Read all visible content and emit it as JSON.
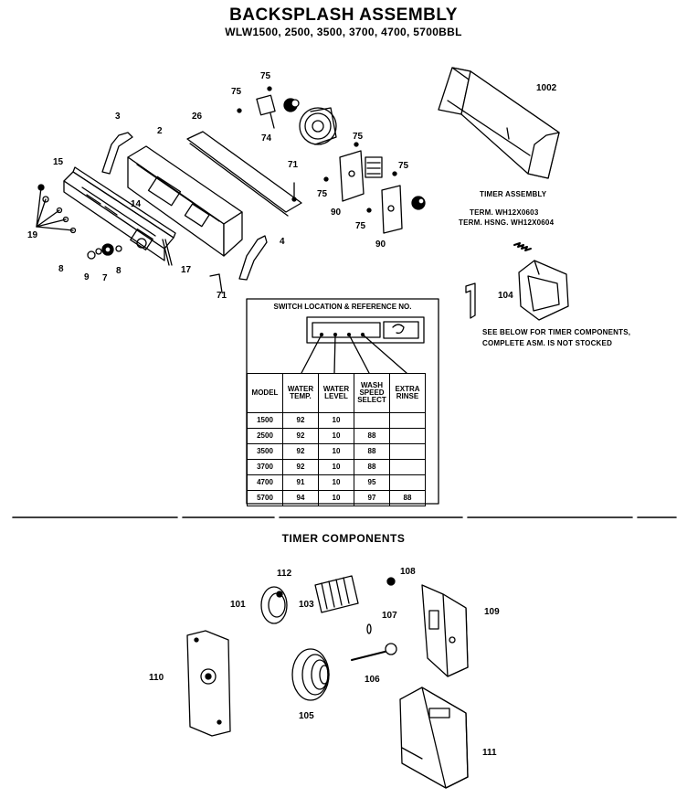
{
  "title": "BACKSPLASH ASSEMBLY",
  "subtitle": "WLW1500, 2500, 3500, 3700, 4700, 5700BBL",
  "section_timer": "TIMER COMPONENTS",
  "timer_assembly_label": "TIMER ASSEMBLY",
  "term_1": "TERM. WH12X0603",
  "term_2": "TERM. HSNG. WH12X0604",
  "note_1": "SEE BELOW FOR TIMER COMPONENTS,",
  "note_2": "COMPLETE ASM. IS NOT STOCKED",
  "switch_box_title": "SWITCH LOCATION & REFERENCE NO.",
  "table": {
    "headers": [
      "MODEL",
      "WATER TEMP.",
      "WATER LEVEL",
      "WASH SPEED SELECT",
      "EXTRA RINSE"
    ],
    "rows": [
      [
        "1500",
        "92",
        "10",
        "",
        ""
      ],
      [
        "2500",
        "92",
        "10",
        "88",
        ""
      ],
      [
        "3500",
        "92",
        "10",
        "88",
        ""
      ],
      [
        "3700",
        "92",
        "10",
        "88",
        ""
      ],
      [
        "4700",
        "91",
        "10",
        "95",
        ""
      ],
      [
        "5700",
        "94",
        "10",
        "97",
        "88"
      ]
    ]
  },
  "callouts": {
    "c3": "3",
    "c2": "2",
    "c26": "26",
    "c15": "15",
    "c19": "19",
    "c14": "14",
    "c8a": "8",
    "c9": "9",
    "c7": "7",
    "c8b": "8",
    "c17": "17",
    "c71a": "71",
    "c71b": "71",
    "c4": "4",
    "c75a": "75",
    "c75b": "75",
    "c74": "74",
    "c75c": "75",
    "c75d": "75",
    "c75e": "75",
    "c75f": "75",
    "c90a": "90",
    "c90b": "90",
    "c1002": "1002",
    "c104": "104",
    "c112": "112",
    "c101": "101",
    "c103": "103",
    "c108": "108",
    "c107": "107",
    "c109": "109",
    "c110": "110",
    "c105": "105",
    "c106": "106",
    "c111": "111"
  }
}
